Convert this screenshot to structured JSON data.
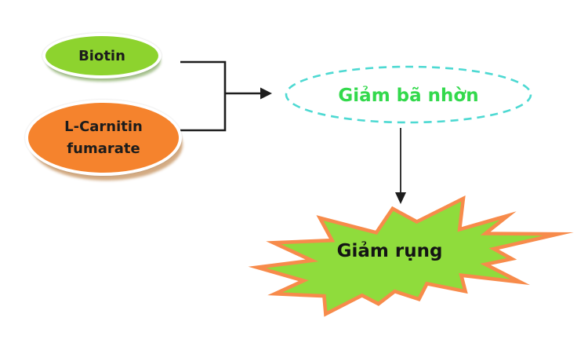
{
  "diagram": {
    "background": "#ffffff",
    "connector_color": "#1d1d1d",
    "nodes": {
      "biotin": {
        "label": "Biotin",
        "fill": "#8dd32e",
        "text_color": "#1c1c1c"
      },
      "l_carnitin": {
        "lines": [
          "L-Carnitin",
          "fumarate"
        ],
        "fill": "#f5832d",
        "text_color": "#1c1c1c"
      },
      "giam_ba_nhon": {
        "label": "Giảm bã nhờn",
        "text_color": "#33d94c",
        "border_color": "#4dd9d2"
      },
      "giam_rung": {
        "label": "Giảm rụng",
        "fill": "#8fdc3c",
        "border_color": "#f78b4b",
        "text_color": "#141414"
      }
    }
  }
}
